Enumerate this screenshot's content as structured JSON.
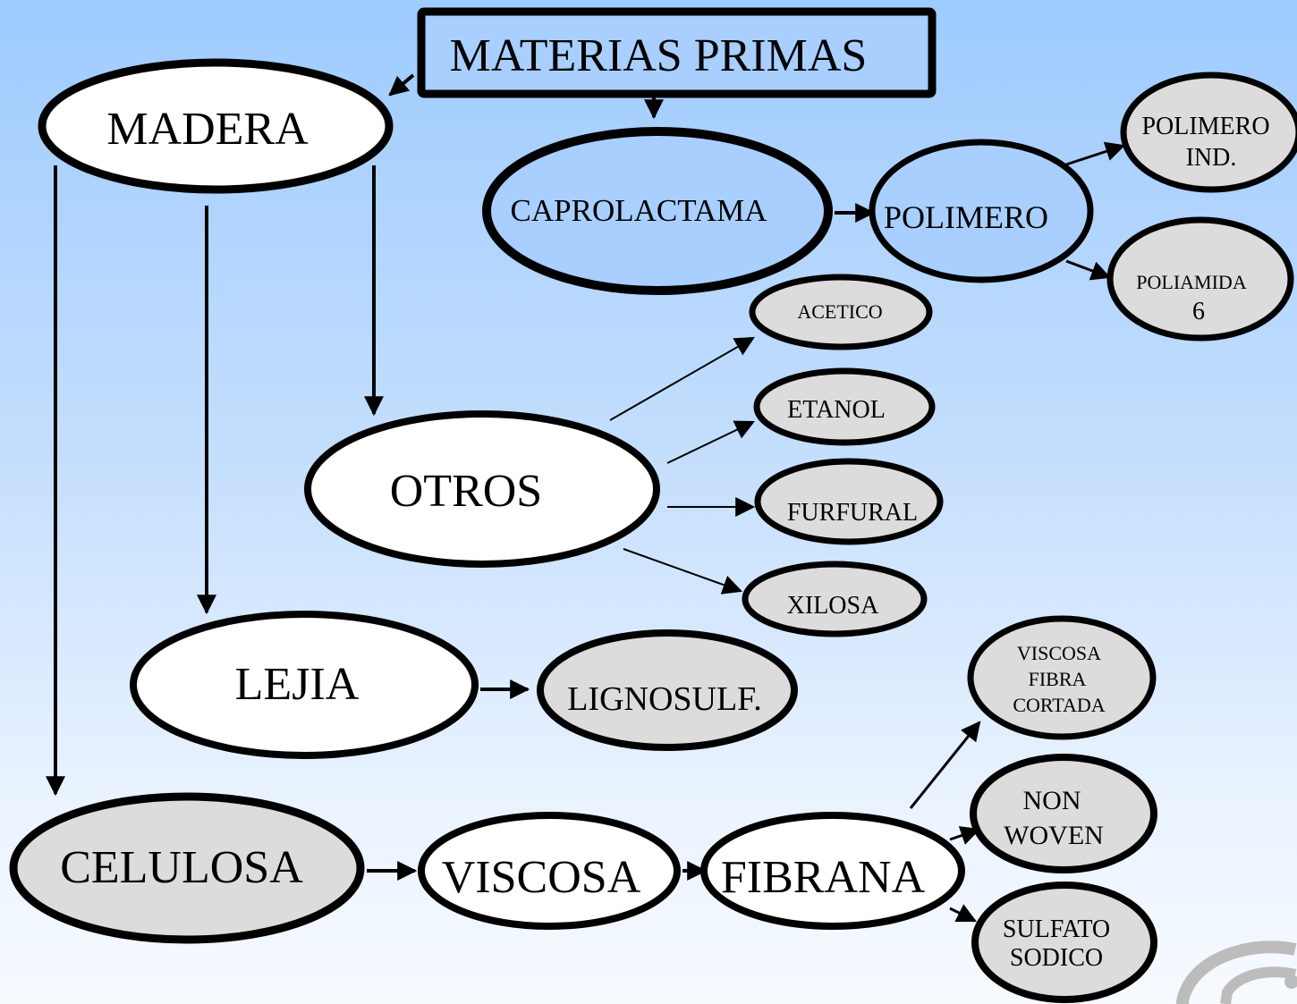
{
  "diagram": {
    "title": "MATERIAS PRIMAS",
    "nodes": {
      "madera": "MADERA",
      "caprolactama": "CAPROLACTAMA",
      "polimero": "POLIMERO",
      "polimero_ind": [
        "POLIMERO",
        "IND."
      ],
      "poliamida_6": [
        "POLIAMIDA",
        "6"
      ],
      "acetico": "ACETICO",
      "etanol": "ETANOL",
      "furfural": "FURFURAL",
      "xilosa": "XILOSA",
      "otros": "OTROS",
      "lejia": "LEJIA",
      "lignosulf": "LIGNOSULF.",
      "celulosa": "CELULOSA",
      "viscosa": "VISCOSA",
      "fibrana": "FIBRANA",
      "viscosa_fibra_cortada": [
        "VISCOSA",
        "FIBRA",
        "CORTADA"
      ],
      "non_woven": [
        "NON",
        "WOVEN"
      ],
      "sulfato_sodico": [
        "SULFATO",
        "SODICO"
      ]
    },
    "colors": {
      "white_node": "#ffffff",
      "gray_node": "#dcdcdc",
      "title_box": "#a8cfff",
      "stroke": "#000000"
    }
  }
}
